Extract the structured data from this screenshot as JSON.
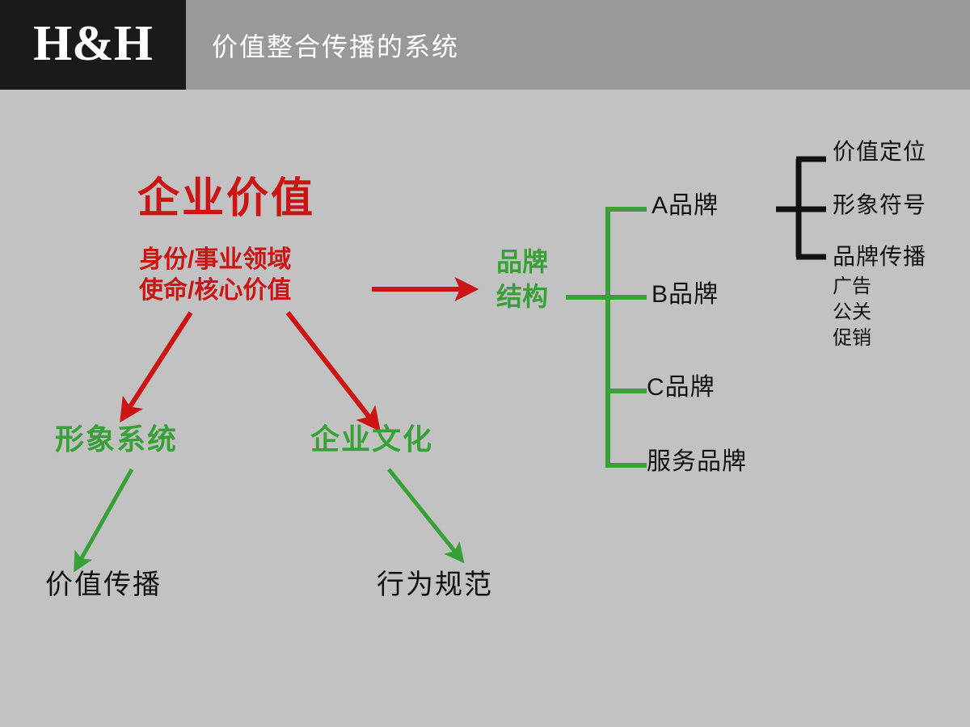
{
  "header": {
    "logo": "H&H",
    "title": "价值整合传播的系统",
    "logo_bg": "#1c1a18",
    "bar_bg": "#999999"
  },
  "colors": {
    "background": "#c2c2c2",
    "red": "#cc1414",
    "green": "#37a037",
    "black": "#111111"
  },
  "diagram": {
    "root": {
      "title": "企业价值",
      "sub_line1": "身份/事业领域",
      "sub_line2": "使命/核心价值"
    },
    "mid_nodes": [
      {
        "label": "形象系统"
      },
      {
        "label": "企业文化"
      }
    ],
    "leaves": [
      {
        "label": "价值传播"
      },
      {
        "label": "行为规范"
      }
    ],
    "brand_structure": {
      "label_line1": "品牌",
      "label_line2": "结构",
      "items": [
        {
          "label": "A品牌"
        },
        {
          "label": "B品牌"
        },
        {
          "label": "C品牌"
        },
        {
          "label": "服务品牌"
        }
      ]
    },
    "brand_communication": {
      "items": [
        {
          "label": "价值定位"
        },
        {
          "label": "形象符号"
        },
        {
          "label": "品牌传播"
        }
      ],
      "sub_items": [
        {
          "label": "广告"
        },
        {
          "label": "公关"
        },
        {
          "label": "促销"
        }
      ]
    }
  }
}
